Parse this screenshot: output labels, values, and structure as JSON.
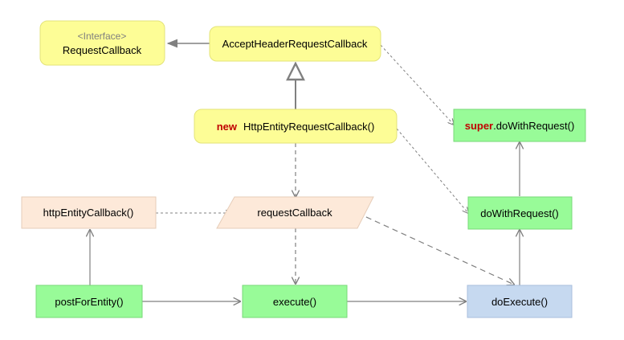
{
  "nodes": {
    "request_callback": {
      "stereotype": "<Interface>",
      "label": "RequestCallback"
    },
    "accept_header": {
      "label": "AcceptHeaderRequestCallback"
    },
    "new_http_entity": {
      "keyword": "new",
      "label": "HttpEntityRequestCallback()"
    },
    "super_do_with_request": {
      "keyword": "super",
      "label": ".doWithRequest()"
    },
    "http_entity_callback": {
      "label": "httpEntityCallback()"
    },
    "request_callback_var": {
      "label": "requestCallback"
    },
    "do_with_request": {
      "label": "doWithRequest()"
    },
    "post_for_entity": {
      "label": "postForEntity()"
    },
    "execute": {
      "label": "execute()"
    },
    "do_execute": {
      "label": "doExecute()"
    }
  },
  "colors": {
    "yellow_fill": "#fdfd96",
    "yellow_stroke": "#e3e37a",
    "green_fill": "#98fb98",
    "green_stroke": "#79d879",
    "peach_fill": "#fde9d9",
    "peach_stroke": "#e6cdb9",
    "blue_fill": "#c6d9f0",
    "blue_stroke": "#a8bedc",
    "keyword": "#c00000",
    "edge": "#808080"
  }
}
